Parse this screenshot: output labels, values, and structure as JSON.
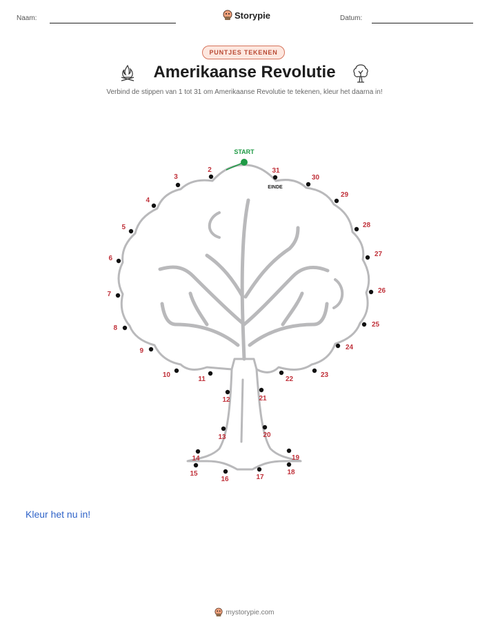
{
  "header": {
    "name_label": "Naam:",
    "brand_name": "Storypie",
    "date_label": "Datum:"
  },
  "badge_label": "PUNTJES TEKENEN",
  "title": "Amerikaanse Revolutie",
  "subtitle": "Verbind de stippen van 1 tot 31 om Amerikaanse Revolutie te tekenen, kleur het daarna in!",
  "puzzle": {
    "start_label": "START",
    "end_label": "EINDE",
    "dot_color": "#111111",
    "number_color": "#c0313a",
    "start_color": "#1f9a45",
    "tree_color": "#b9b9bb",
    "dots": [
      {
        "n": "1"
      },
      {
        "n": "2"
      },
      {
        "n": "3"
      },
      {
        "n": "4"
      },
      {
        "n": "5"
      },
      {
        "n": "6"
      },
      {
        "n": "7"
      },
      {
        "n": "8"
      },
      {
        "n": "9"
      },
      {
        "n": "10"
      },
      {
        "n": "11"
      },
      {
        "n": "12"
      },
      {
        "n": "13"
      },
      {
        "n": "14"
      },
      {
        "n": "15"
      },
      {
        "n": "16"
      },
      {
        "n": "17"
      },
      {
        "n": "18"
      },
      {
        "n": "19"
      },
      {
        "n": "20"
      },
      {
        "n": "21"
      },
      {
        "n": "22"
      },
      {
        "n": "23"
      },
      {
        "n": "24"
      },
      {
        "n": "25"
      },
      {
        "n": "26"
      },
      {
        "n": "27"
      },
      {
        "n": "28"
      },
      {
        "n": "29"
      },
      {
        "n": "30"
      },
      {
        "n": "31"
      }
    ]
  },
  "color_it_text": "Kleur het nu in!",
  "footer_text": "mystorypie.com",
  "icons": {
    "left_title_icon": "campfire-icon",
    "right_title_icon": "tree-icon",
    "brand_icon": "storypie-logo-icon"
  }
}
